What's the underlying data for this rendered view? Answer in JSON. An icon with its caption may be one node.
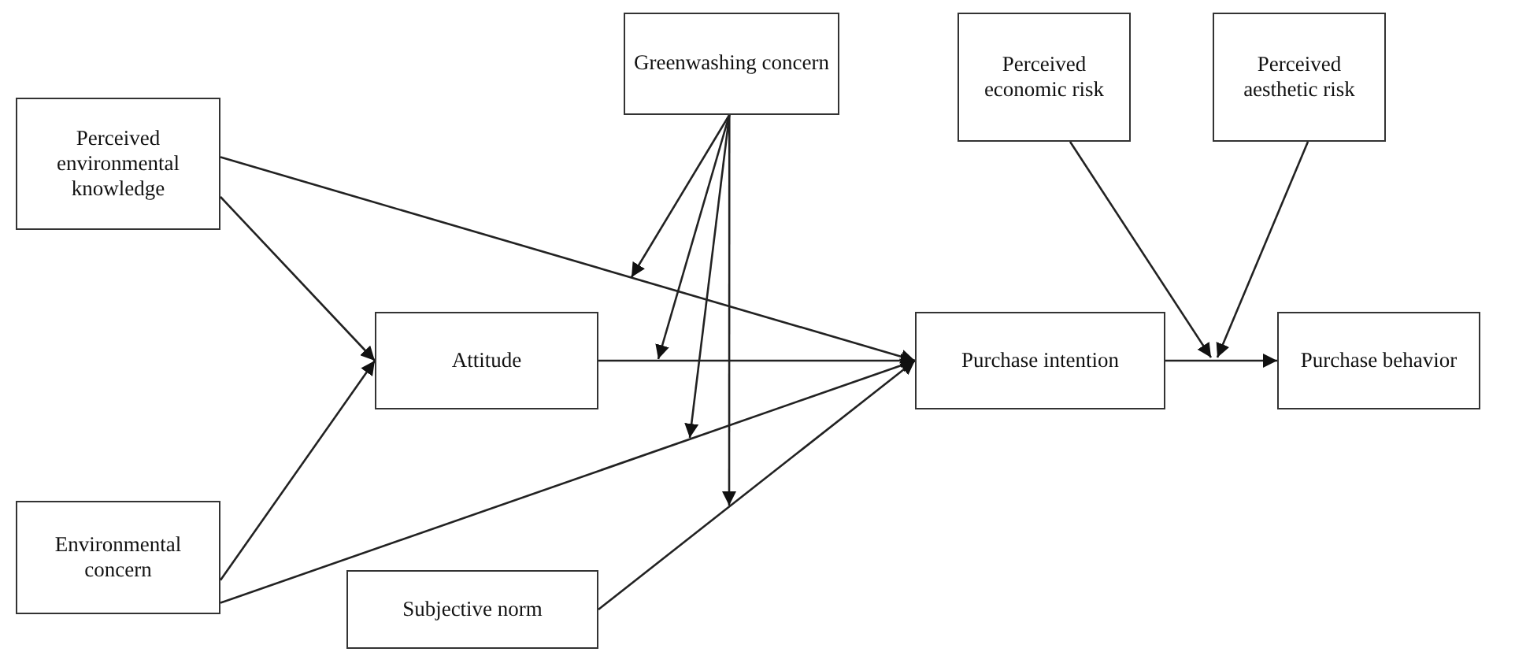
{
  "diagram": {
    "nodes": [
      {
        "text": [
          "Greenwashing concern"
        ]
      },
      {
        "text": [
          "Perceived economic risk"
        ]
      },
      {
        "text": [
          "Perceived aesthetic risk"
        ]
      },
      {
        "text": [
          "Perceived environmental knowledge"
        ]
      },
      {
        "text": [
          "Attitude"
        ]
      },
      {
        "text": [
          "Purchase intention"
        ]
      },
      {
        "text": [
          "Purchase behavior"
        ]
      },
      {
        "text": [
          "Environmental concern"
        ]
      },
      {
        "text": [
          "Subjective norm"
        ]
      }
    ],
    "edges": [
      {
        "from": 3,
        "to": 4,
        "arrow": "to"
      },
      {
        "from": 3,
        "to": 5,
        "arrow": "to"
      },
      {
        "from": 7,
        "to": 4,
        "arrow": "to"
      },
      {
        "from": 7,
        "to": 5,
        "arrow": "to"
      },
      {
        "from": 4,
        "to": 5,
        "arrow": "to"
      },
      {
        "from": 8,
        "to": 5,
        "arrow": "to"
      },
      {
        "from": 5,
        "to": 6,
        "arrow": "to"
      },
      {
        "from": 0,
        "to": null,
        "arrow": "to"
      },
      {
        "from": 0,
        "to": null,
        "arrow": "to"
      },
      {
        "from": 0,
        "to": null,
        "arrow": "to"
      },
      {
        "from": 0,
        "to": null,
        "arrow": "to"
      },
      {
        "from": 1,
        "to": null,
        "arrow": "to"
      },
      {
        "from": 2,
        "to": null,
        "arrow": "to"
      }
    ]
  }
}
